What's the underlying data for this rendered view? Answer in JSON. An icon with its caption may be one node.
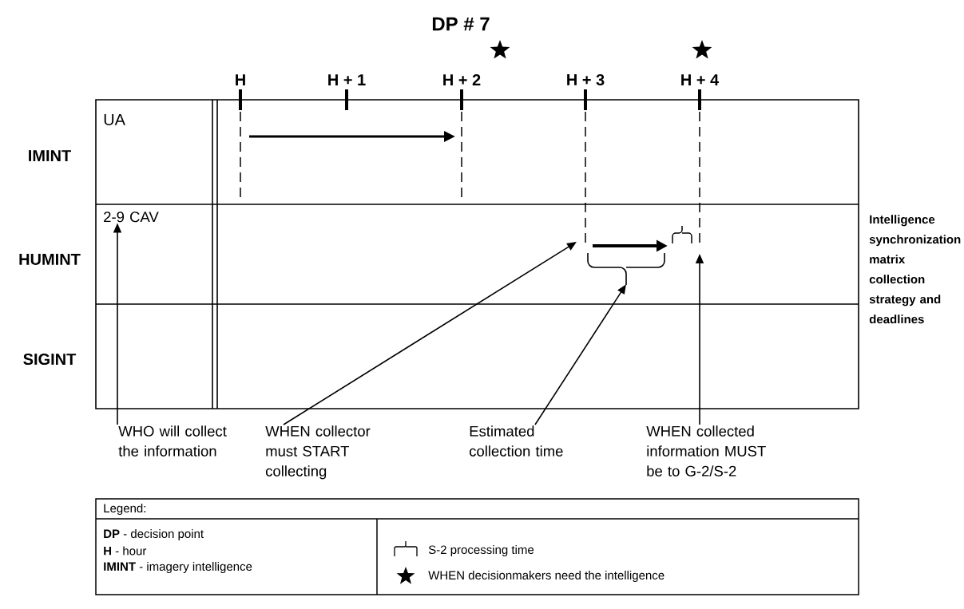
{
  "diagram": {
    "caption": "Intelligence synchronization matrix collection strategy and deadlines",
    "nodes": [
      {
        "text": [
          "2-9 CAV"
        ]
      },
      {
        "text": [
          "WHO will collect the information"
        ]
      },
      {
        "text": [
          "WHEN collector must START collecting"
        ]
      },
      {
        "text": [
          "Estimated collection time"
        ]
      },
      {
        "text": [
          "WHEN collected information MUST be to G-2/S-2"
        ]
      },
      {
        "text": [],
        "shape": "brace"
      }
    ],
    "edges": [
      {
        "from": 1,
        "to": 0,
        "arrow": "to"
      },
      {
        "from": 2,
        "to": null,
        "arrow": "to"
      },
      {
        "from": 3,
        "to": 5,
        "arrow": "to"
      },
      {
        "from": 4,
        "to": null,
        "arrow": "to"
      }
    ],
    "labels": [
      "DP # 7",
      "H",
      "H + 1",
      "H + 2",
      "H + 3",
      "H + 4",
      "UA",
      "IMINT",
      "HUMINT",
      "SIGINT",
      "Legend:",
      "**DP** - decision point",
      "**H** - hour",
      "**IMINT** - imagery intelligence"
    ],
    "legend": [
      {
        "text": "S-2 processing time"
      },
      {
        "text": "WHEN decisionmakers need the intelligence"
      }
    ]
  }
}
